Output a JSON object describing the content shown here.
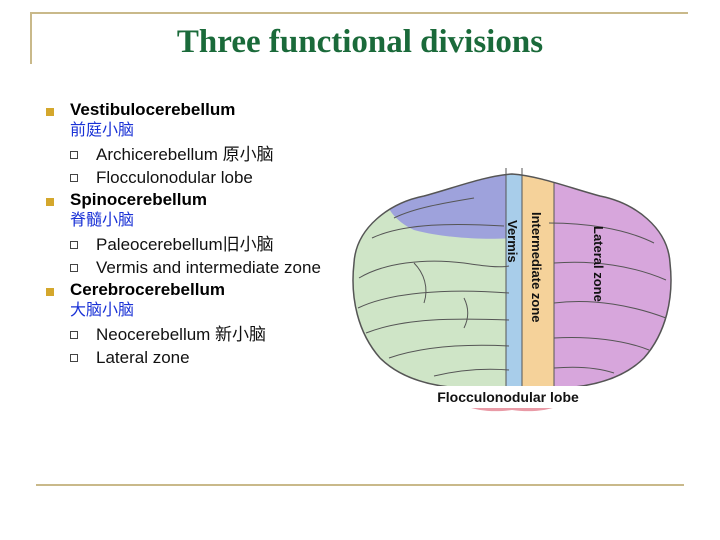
{
  "title": "Three functional divisions",
  "outline": [
    {
      "label": "Vestibulocerebellum",
      "cn": "前庭小脑",
      "subs": [
        "Archicerebellum 原小脑",
        "Flocculonodular lobe"
      ]
    },
    {
      "label": "Spinocerebellum",
      "cn": "脊髓小脑",
      "subs": [
        "Paleocerebellum旧小脑",
        "Vermis and intermediate zone"
      ]
    },
    {
      "label": "Cerebrocerebellum",
      "cn": "大脑小脑",
      "subs": [
        "Neocerebellum 新小脑",
        "Lateral zone"
      ]
    }
  ],
  "figure": {
    "labels": {
      "vermis": "Vermis",
      "intermediate": "Intermediate zone",
      "lateral": "Lateral zone",
      "flocculonodular": "Flocculonodular lobe"
    },
    "colors": {
      "vermis": "#a8cdea",
      "intermediate": "#f5d29a",
      "lateral": "#d7a6dc",
      "left_hemisphere": "#cfe5c7",
      "top_blue": "#9ea2dc",
      "flocculonodular": "#e99aa6"
    }
  }
}
